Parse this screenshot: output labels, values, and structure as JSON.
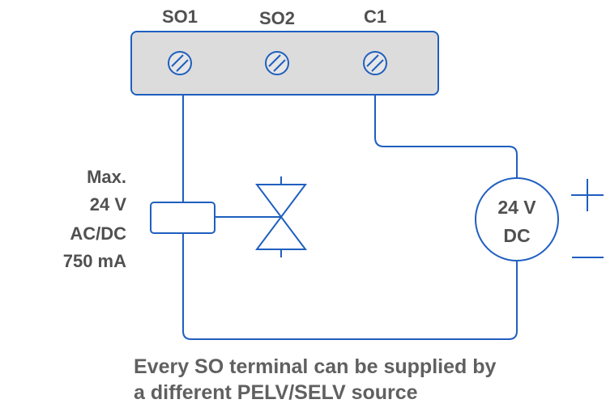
{
  "colors": {
    "wire": "#1f5fbf",
    "block_fill": "#dcdcdc",
    "text": "#505050"
  },
  "terminals": {
    "so1": "SO1",
    "so2": "SO2",
    "c1": "C1"
  },
  "load_spec": {
    "line1": "Max.",
    "line2": "24 V",
    "line3": "AC/DC",
    "line4": "750 mA"
  },
  "source": {
    "line1": "24 V",
    "line2": "DC",
    "plus": "+",
    "minus": "−"
  },
  "caption": {
    "line1": "Every SO terminal can be supplied by",
    "line2": "a different PELV/SELV source"
  },
  "icons": {
    "screw": "screw-terminal-icon",
    "valve": "valve-icon",
    "coil": "solenoid-coil-icon"
  }
}
